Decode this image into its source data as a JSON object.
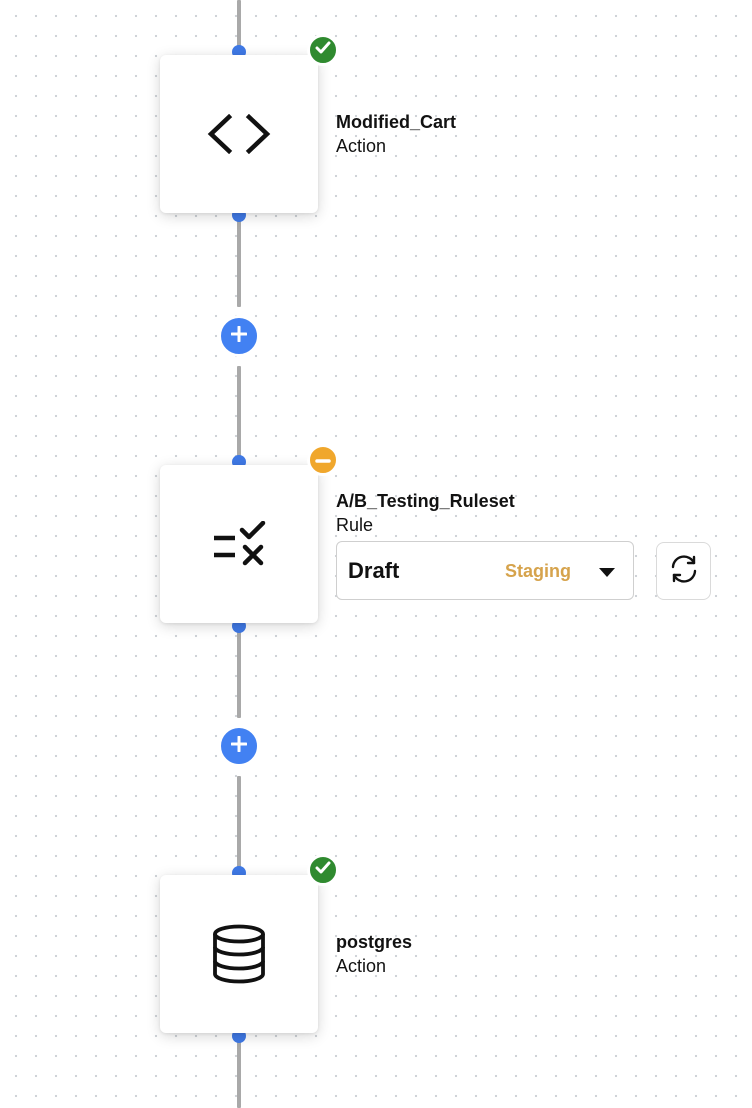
{
  "nodes": [
    {
      "title": "Modified_Cart",
      "type": "Action",
      "icon": "code-icon",
      "status": "success",
      "status_color": "#2f8a2f"
    },
    {
      "title": "A/B_Testing_Ruleset",
      "type": "Rule",
      "icon": "ruleset-icon",
      "status": "paused",
      "status_color": "#f0a72c",
      "version_select": {
        "value": "Draft",
        "environment": "Staging",
        "environment_color": "#d6a34c"
      }
    },
    {
      "title": "postgres",
      "type": "Action",
      "icon": "database-icon",
      "status": "success",
      "status_color": "#2f8a2f"
    }
  ],
  "colors": {
    "port": "#3f79e6",
    "add_button": "#4281f2",
    "connector": "#a9a9a9"
  },
  "icons": {
    "add": "plus-icon",
    "refresh": "refresh-icon",
    "dropdown": "caret-down-icon",
    "check": "check-icon",
    "minus": "minus-icon"
  }
}
